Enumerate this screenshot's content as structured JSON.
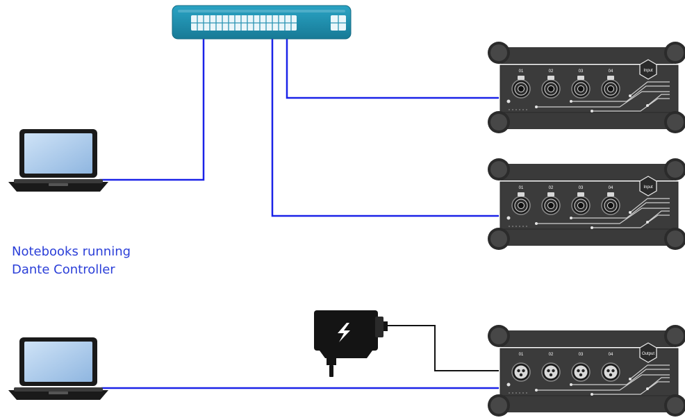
{
  "caption": {
    "line1": "Notebooks running",
    "line2": "Dante Controller"
  },
  "devices": [
    {
      "kind": "input",
      "badge": "Input",
      "channels": [
        "01",
        "02",
        "03",
        "04"
      ]
    },
    {
      "kind": "input",
      "badge": "Input",
      "channels": [
        "01",
        "02",
        "03",
        "04"
      ]
    },
    {
      "kind": "output",
      "badge": "Output",
      "channels": [
        "01",
        "02",
        "03",
        "04"
      ]
    }
  ],
  "colors": {
    "network_cable": "#1a22e8",
    "power_cable": "#111111",
    "switch_body": "#1e8fb0",
    "device_body": "#3a3a3a",
    "caption_text": "#2b3fd8"
  },
  "icons": [
    "network-switch-icon",
    "laptop-icon",
    "power-adapter-icon",
    "lightning-icon"
  ]
}
